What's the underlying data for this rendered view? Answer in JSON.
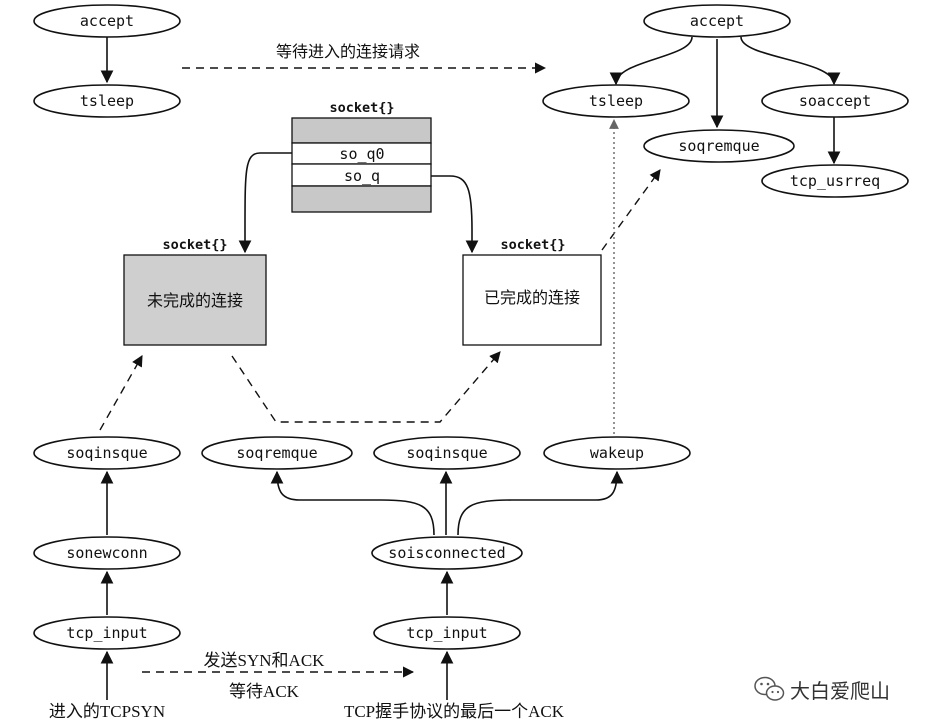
{
  "nodes": {
    "accept_left": "accept",
    "tsleep_left": "tsleep",
    "accept_right": "accept",
    "tsleep_right": "tsleep",
    "soqremque_top": "soqremque",
    "soaccept": "soaccept",
    "tcp_usrreq": "tcp_usrreq",
    "soqinsque_left": "soqinsque",
    "soqremque_mid": "soqremque",
    "soqinsque_mid": "soqinsque",
    "wakeup": "wakeup",
    "sonewconn": "sonewconn",
    "soisconnected": "soisconnected",
    "tcp_input_left": "tcp_input",
    "tcp_input_right": "tcp_input"
  },
  "socket_struct": {
    "title": "socket{}",
    "field_q0": "so_q0",
    "field_q": "so_q"
  },
  "incomplete_box": {
    "title": "socket{}",
    "label": "未完成的连接"
  },
  "complete_box": {
    "title": "socket{}",
    "label": "已完成的连接"
  },
  "labels": {
    "waiting_request": "等待进入的连接请求",
    "send_syn_ack": "发送SYN和ACK",
    "wait_ack": "等待ACK",
    "incoming_syn": "进入的TCPSYN",
    "final_ack": "TCP握手协议的最后一个ACK"
  },
  "watermark": {
    "icon": "wechat-icon",
    "text": "大白爱爬山"
  }
}
